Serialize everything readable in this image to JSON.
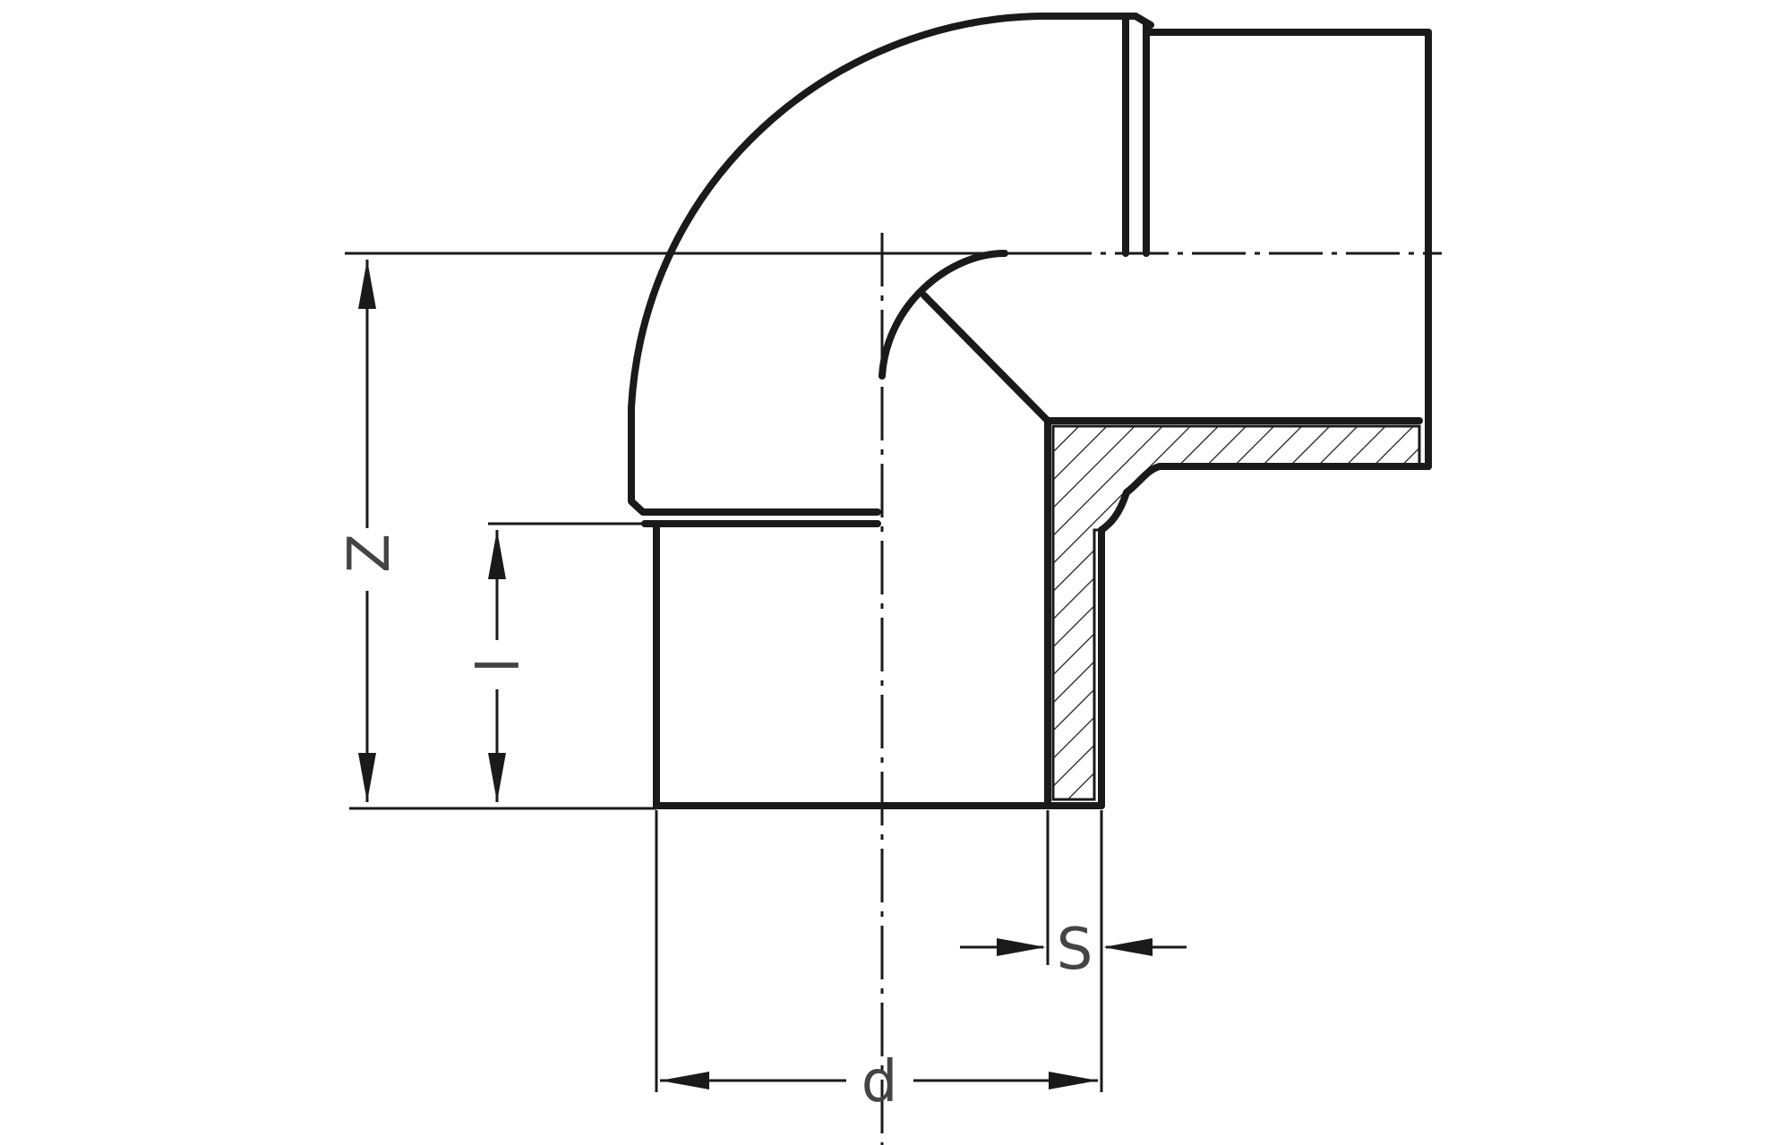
{
  "labels": {
    "z": "Z",
    "l": "l",
    "s": "S",
    "d": "d"
  },
  "colors": {
    "line": "#1a1a1a",
    "label": "#444444",
    "background": "#ffffff"
  }
}
